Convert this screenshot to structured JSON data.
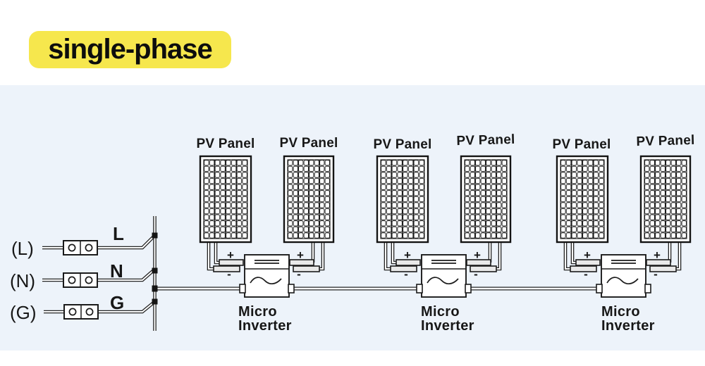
{
  "title": "single-phase",
  "colors": {
    "badge_yellow": "#f6e74d",
    "diagram_bg": "#edf3fa",
    "line": "#1b1b1b"
  },
  "source_terminals": [
    {
      "name": "(L)",
      "wire_label": "L"
    },
    {
      "name": "(N)",
      "wire_label": "N"
    },
    {
      "name": "(G)",
      "wire_label": "G"
    }
  ],
  "panels": [
    {
      "label": "PV Panel"
    },
    {
      "label": "PV Panel"
    },
    {
      "label": "PV Panel"
    },
    {
      "label": "PV Panel"
    },
    {
      "label": "PV Panel"
    },
    {
      "label": "PV Panel"
    }
  ],
  "inverters": [
    {
      "lines": [
        "Micro",
        "Inverter"
      ]
    },
    {
      "lines": [
        "Micro",
        "Inverter"
      ]
    },
    {
      "lines": [
        "Micro",
        "Inverter"
      ]
    }
  ],
  "polarity": {
    "plus": "+",
    "minus": "-"
  }
}
